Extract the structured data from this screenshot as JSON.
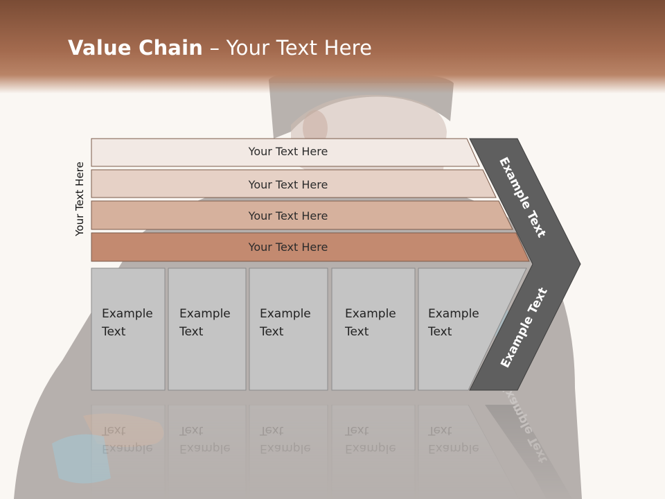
{
  "slide": {
    "title_bold": "Value Chain",
    "title_rest": " – Your Text Here",
    "side_label": "Your Text Here"
  },
  "rows": [
    {
      "label": "Your Text Here",
      "color": "#f2e9e4"
    },
    {
      "label": "Your Text Here",
      "color": "#e6d1c6"
    },
    {
      "label": "Your Text Here",
      "color": "#d6b19d"
    },
    {
      "label": "Your Text Here",
      "color": "#c38a70"
    }
  ],
  "columns": [
    {
      "line1": "Example",
      "line2": "Text"
    },
    {
      "line1": "Example",
      "line2": "Text"
    },
    {
      "line1": "Example",
      "line2": "Text"
    },
    {
      "line1": "Example",
      "line2": "Text"
    },
    {
      "line1": "Example",
      "line2": "Text"
    }
  ],
  "chevron": {
    "upper": "Example Text",
    "lower": "Example Text",
    "color": "#5f5f5f"
  },
  "colors": {
    "header": "#9a6246",
    "column_fill": "#c4c4c4"
  }
}
